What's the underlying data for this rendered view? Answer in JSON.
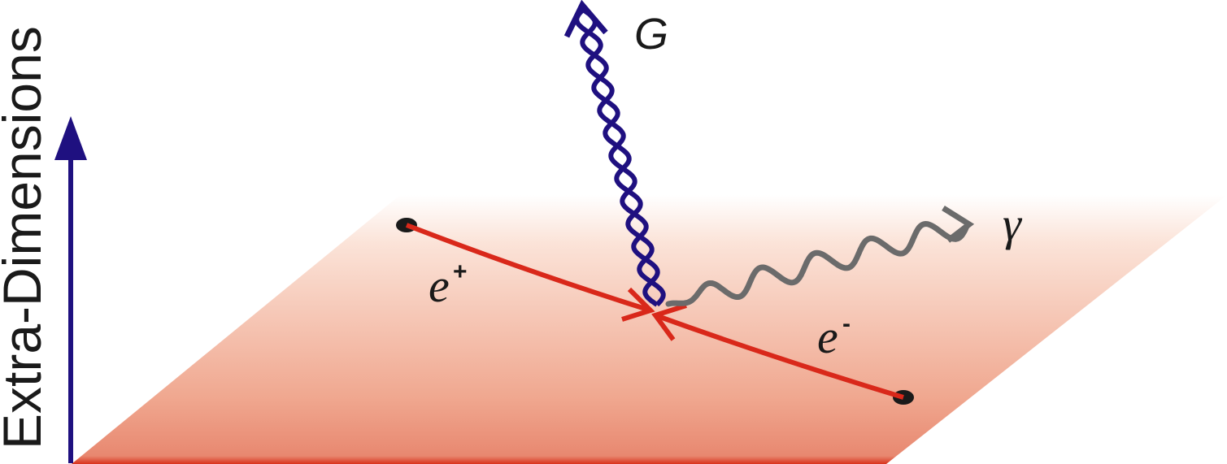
{
  "axis": {
    "label": "Extra-Dimensions"
  },
  "particles": {
    "graviton": "G",
    "photon": "γ",
    "positron": {
      "base": "e",
      "sup": "+"
    },
    "electron": {
      "base": "e",
      "sup": "-"
    }
  },
  "colors": {
    "brane_light": "#fbe3d8",
    "brane_dark": "#e88870",
    "brane_edge": "#d9321c",
    "fermion": "#d9281a",
    "graviton": "#1f1080",
    "photon": "#6b6b6b",
    "axis_arrow": "#1f1080"
  }
}
